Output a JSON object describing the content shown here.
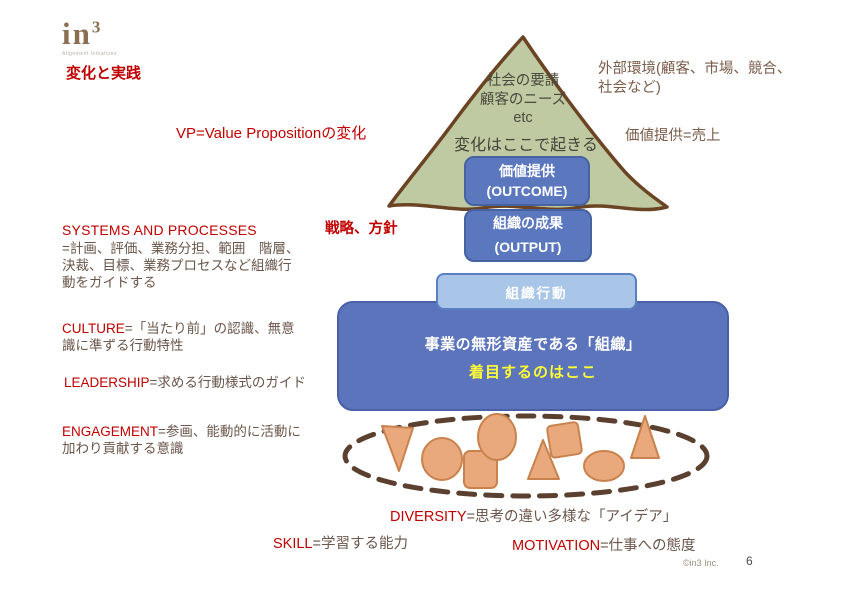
{
  "logo": {
    "name": "in",
    "sup": "3",
    "subtitle": "Alignment Initiatives"
  },
  "tagline": "変化と実践",
  "annotations": {
    "vp_note": "VP=Value Propositionの変化",
    "external_env": "外部環境(顧客、市場、競合、社会など)",
    "value_sales": "価値提供=売上",
    "strategy": "戦略、方針"
  },
  "triangle": {
    "line1": "社会の要請",
    "line2": "顧客のニーズ",
    "line3": "etc",
    "caption": "変化はここで起きる"
  },
  "boxes": {
    "outcome": {
      "title": "価値提供",
      "subtitle": "(OUTCOME)"
    },
    "output": {
      "title": "組織の成果",
      "subtitle": "(OUTPUT)"
    },
    "behavior": "組織行動",
    "organization": {
      "line1": "事業の無形資産である「組織」",
      "line2": "着目するのはここ"
    }
  },
  "left_column": [
    {
      "keyword": "SYSTEMS AND PROCESSES",
      "description": "=計画、評価、業務分担、範囲　階層、決裁、目標、業務プロセスなど組織行動をガイドする"
    },
    {
      "keyword": "CULTURE",
      "description": "=「当たり前」の認識、無意識に準ずる行動特性"
    },
    {
      "keyword": "LEADERSHIP",
      "description": "=求める行動様式のガイド"
    },
    {
      "keyword": "ENGAGEMENT",
      "description": "=参画、能動的に活動に加わり貢献する意識"
    }
  ],
  "bottom_labels": [
    {
      "keyword": "DIVERSITY",
      "description": "=思考の違い多様な「アイデア」"
    },
    {
      "keyword": "SKILL",
      "description": "=学習する能力"
    },
    {
      "keyword": "MOTIVATION",
      "description": "=仕事への態度"
    }
  ],
  "diversity_shapes": [
    "inverted-triangle",
    "ellipse",
    "rounded-square",
    "circle",
    "triangle",
    "tilted-square",
    "ellipse",
    "triangle"
  ],
  "footer": {
    "copyright": "©in3 Inc.",
    "page_number": "6"
  },
  "colors": {
    "accent_red": "#c00000",
    "body_brown": "#7a5c49",
    "triangle_green": "#bfcaa2",
    "outline_brown": "#6b4423",
    "box_blue": "#5b78be",
    "light_blue": "#a9c6e8",
    "big_blue": "#5b74bc",
    "shape_orange": "#eaa97c",
    "highlight_yellow": "#ffff33"
  }
}
